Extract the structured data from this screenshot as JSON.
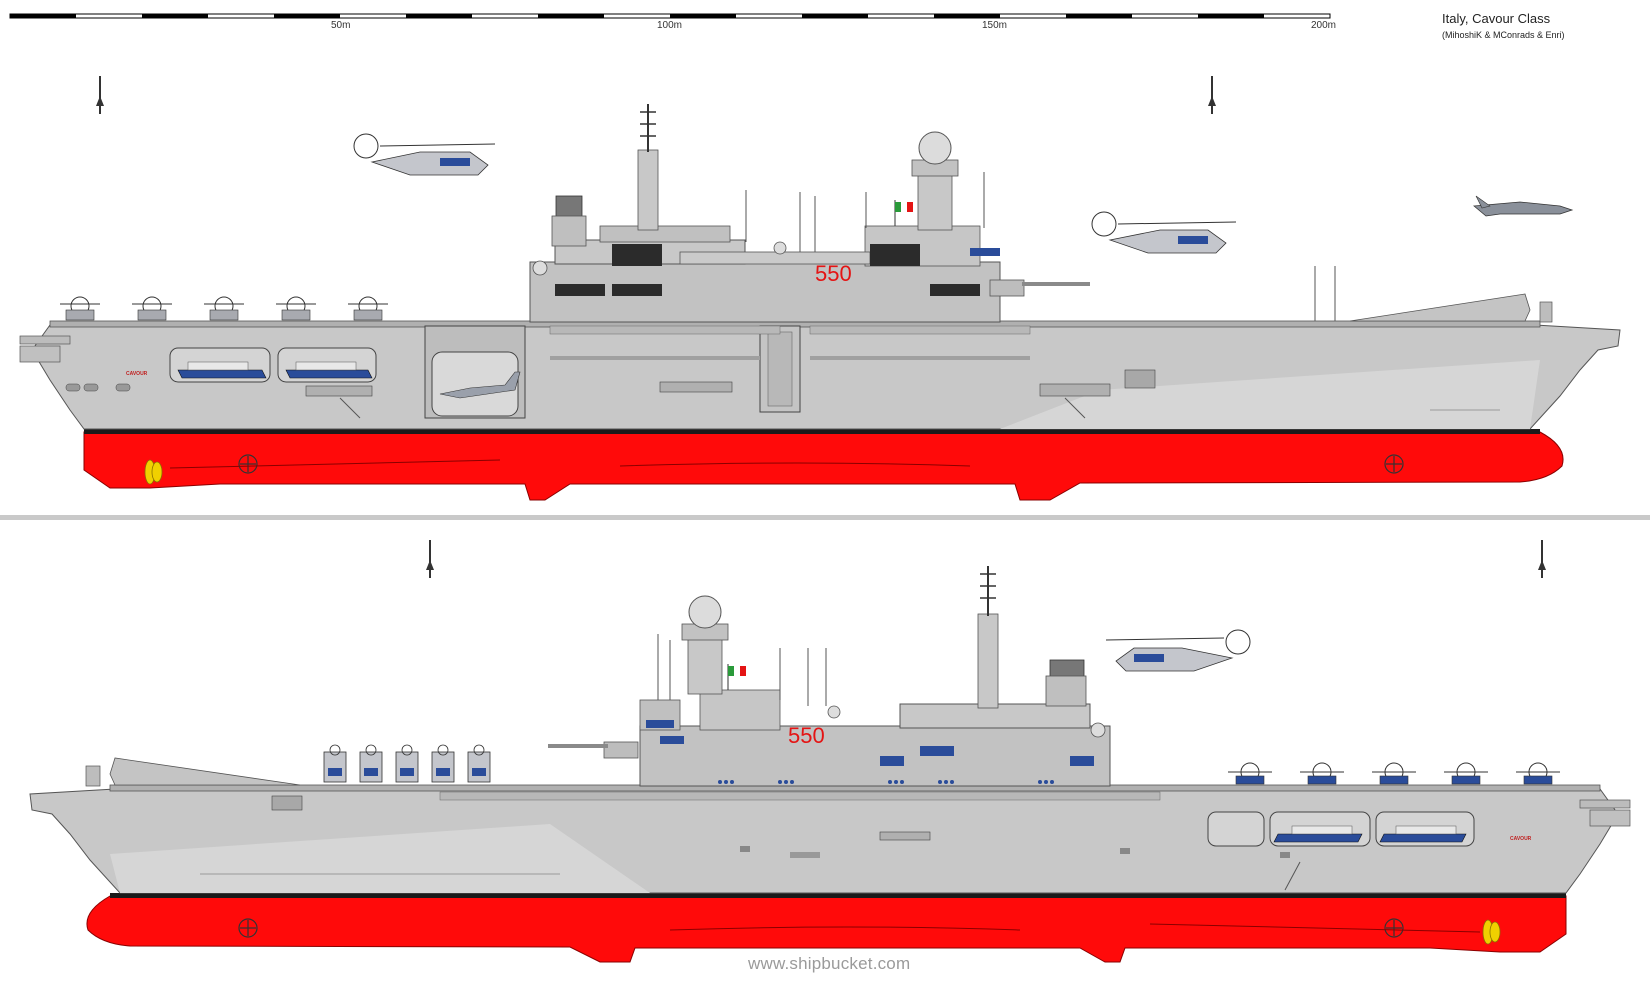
{
  "title": "Italy, Cavour Class",
  "credits": "(MihoshiK & MConrads & Enri)",
  "scale": {
    "labels": [
      "50m",
      "100m",
      "150m",
      "200m"
    ],
    "unit": "m"
  },
  "ships": [
    {
      "view": "starboard",
      "hull_number": "550",
      "name": "CAVOUR"
    },
    {
      "view": "port",
      "hull_number": "550",
      "name": "CAVOUR"
    }
  ],
  "watermark": "www.shipbucket.com",
  "colors": {
    "hull_grey": "#c8c8c8",
    "deck_grey": "#b4b4b4",
    "dark_grey": "#5a5a5a",
    "antifouling_red": "#ff0a0a",
    "boot_top": "#1a1a1a",
    "background": "#ffffff",
    "navy_blue": "#2a4c9a",
    "propeller_yellow": "#f0d000"
  },
  "icons": [
    "missile-icon",
    "helicopter-icon",
    "fighter-jet-icon",
    "propeller-icon",
    "flag-icon",
    "radar-dome-icon"
  ]
}
